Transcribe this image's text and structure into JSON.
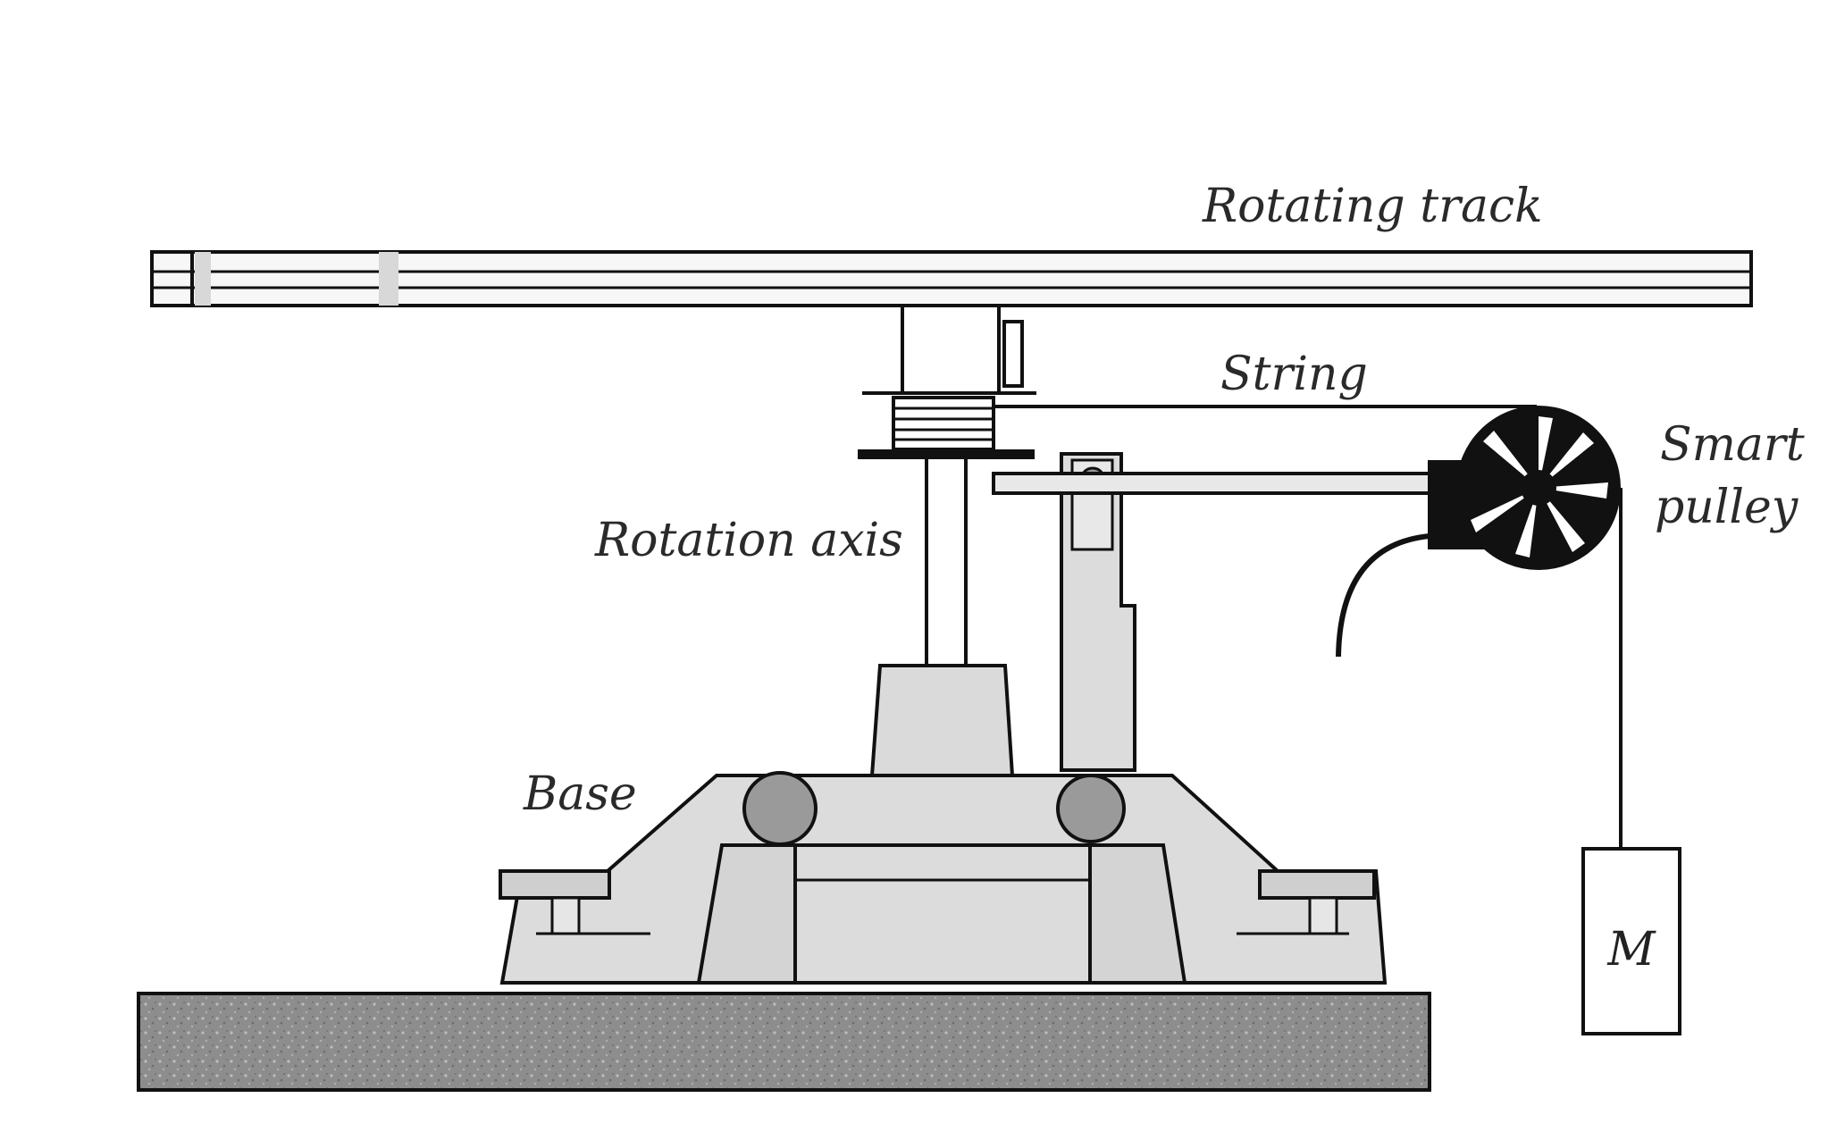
{
  "labels": {
    "rotating_track": "Rotating track",
    "string": "String",
    "smart_pulley_line1": "Smart",
    "smart_pulley_line2": "pulley",
    "rotation_axis": "Rotation axis",
    "base": "Base",
    "mass": "M"
  },
  "colors": {
    "outline": "#111111",
    "base_fill": "#dcdcdc",
    "roller_fill": "#9a9a9a",
    "table_fill": "#8c8c8c",
    "pulley_fill": "#111111"
  }
}
